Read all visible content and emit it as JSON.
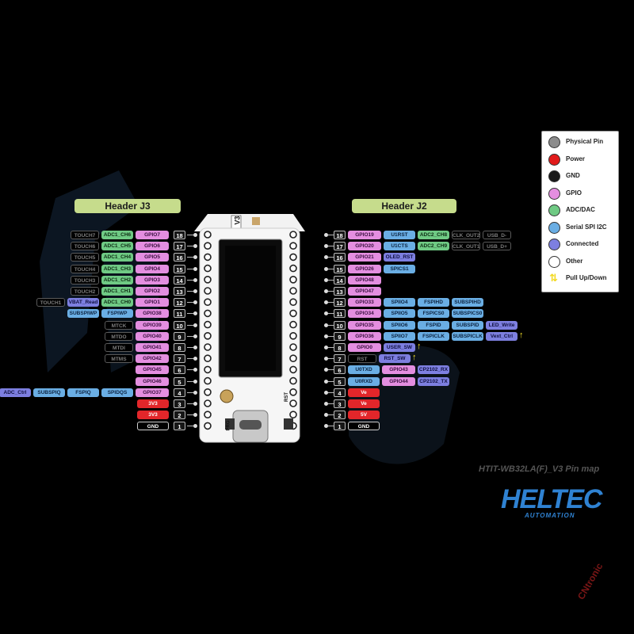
{
  "headers": {
    "left": "Header J3",
    "right": "Header J2"
  },
  "legend": [
    {
      "label": "Physical Pin",
      "color": "#8c8c8c"
    },
    {
      "label": "Power",
      "color": "#e21b1b"
    },
    {
      "label": "GND",
      "color": "#1a1a1a"
    },
    {
      "label": "GPIO",
      "color": "#e48ee0"
    },
    {
      "label": "ADC/DAC",
      "color": "#6fca84"
    },
    {
      "label": "Serial SPI I2C",
      "color": "#6aaee4"
    },
    {
      "label": "Connected",
      "color": "#7d7fe0"
    },
    {
      "label": "Other",
      "color": "#ffffff"
    },
    {
      "label": "Pull Up/Down",
      "color": "arrow"
    }
  ],
  "left_pins": [
    {
      "num": "18",
      "labels": [
        {
          "t": "TOUCH7",
          "k": "other"
        },
        {
          "t": "ADC1_CH6",
          "k": "adc"
        },
        {
          "t": "GPIO7",
          "k": "gpio"
        }
      ]
    },
    {
      "num": "17",
      "labels": [
        {
          "t": "TOUCH6",
          "k": "other"
        },
        {
          "t": "ADC1_CH5",
          "k": "adc"
        },
        {
          "t": "GPIO6",
          "k": "gpio"
        }
      ]
    },
    {
      "num": "16",
      "labels": [
        {
          "t": "TOUCH5",
          "k": "other"
        },
        {
          "t": "ADC1_CH4",
          "k": "adc"
        },
        {
          "t": "GPIO5",
          "k": "gpio"
        }
      ]
    },
    {
      "num": "15",
      "labels": [
        {
          "t": "TOUCH4",
          "k": "other"
        },
        {
          "t": "ADC1_CH3",
          "k": "adc"
        },
        {
          "t": "GPIO4",
          "k": "gpio"
        }
      ]
    },
    {
      "num": "14",
      "labels": [
        {
          "t": "TOUCH3",
          "k": "other"
        },
        {
          "t": "ADC1_CH2",
          "k": "adc"
        },
        {
          "t": "GPIO3",
          "k": "gpio"
        }
      ]
    },
    {
      "num": "13",
      "labels": [
        {
          "t": "TOUCH2",
          "k": "other"
        },
        {
          "t": "ADC1_CH1",
          "k": "adc"
        },
        {
          "t": "GPIO2",
          "k": "gpio"
        }
      ]
    },
    {
      "num": "12",
      "labels": [
        {
          "t": "TOUCH1",
          "k": "other"
        },
        {
          "t": "VBAT_Read",
          "k": "conn"
        },
        {
          "t": "ADC1_CH0",
          "k": "adc"
        },
        {
          "t": "GPIO1",
          "k": "gpio"
        }
      ]
    },
    {
      "num": "11",
      "labels": [
        {
          "t": "SUBSPIWP",
          "k": "spi"
        },
        {
          "t": "FSPIWP",
          "k": "spi"
        },
        {
          "t": "GPIO38",
          "k": "gpio"
        }
      ]
    },
    {
      "num": "10",
      "labels": [
        {
          "t": "MTCK",
          "k": "other"
        },
        {
          "t": "GPIO39",
          "k": "gpio"
        }
      ]
    },
    {
      "num": "9",
      "labels": [
        {
          "t": "MTDO",
          "k": "other"
        },
        {
          "t": "GPIO40",
          "k": "gpio"
        }
      ]
    },
    {
      "num": "8",
      "labels": [
        {
          "t": "MTDI",
          "k": "other"
        },
        {
          "t": "GPIO41",
          "k": "gpio"
        }
      ]
    },
    {
      "num": "7",
      "labels": [
        {
          "t": "MTMS",
          "k": "other"
        },
        {
          "t": "GPIO42",
          "k": "gpio"
        }
      ]
    },
    {
      "num": "6",
      "labels": [
        {
          "t": "GPIO45",
          "k": "gpio"
        }
      ]
    },
    {
      "num": "5",
      "labels": [
        {
          "t": "GPIO46",
          "k": "gpio"
        }
      ]
    },
    {
      "num": "4",
      "labels": [
        {
          "t": "ADC_Ctrl",
          "k": "conn"
        },
        {
          "t": "SUBSPIQ",
          "k": "spi"
        },
        {
          "t": "FSPIQ",
          "k": "spi"
        },
        {
          "t": "SPIDQS",
          "k": "spi"
        },
        {
          "t": "GPIO37",
          "k": "gpio"
        }
      ]
    },
    {
      "num": "3",
      "labels": [
        {
          "t": "3V3",
          "k": "power"
        }
      ]
    },
    {
      "num": "2",
      "labels": [
        {
          "t": "3V3",
          "k": "power"
        }
      ]
    },
    {
      "num": "1",
      "labels": [
        {
          "t": "GND",
          "k": "gnd"
        }
      ]
    }
  ],
  "right_pins": [
    {
      "num": "18",
      "labels": [
        {
          "t": "GPIO19",
          "k": "gpio"
        },
        {
          "t": "U1RST",
          "k": "spi"
        },
        {
          "t": "ADC2_CH8",
          "k": "adc"
        },
        {
          "t": "CLK_OUT2",
          "k": "other"
        },
        {
          "t": "USB_D-",
          "k": "other"
        }
      ]
    },
    {
      "num": "17",
      "labels": [
        {
          "t": "GPIO20",
          "k": "gpio"
        },
        {
          "t": "U1CTS",
          "k": "spi"
        },
        {
          "t": "ADC2_CH9",
          "k": "adc"
        },
        {
          "t": "CLK_OUT1",
          "k": "other"
        },
        {
          "t": "USB_D+",
          "k": "other"
        }
      ]
    },
    {
      "num": "16",
      "labels": [
        {
          "t": "GPIO21",
          "k": "gpio"
        },
        {
          "t": "OLED_RST",
          "k": "conn"
        }
      ]
    },
    {
      "num": "15",
      "labels": [
        {
          "t": "GPIO26",
          "k": "gpio"
        },
        {
          "t": "SPICS1",
          "k": "spi"
        }
      ]
    },
    {
      "num": "14",
      "labels": [
        {
          "t": "GPIO48",
          "k": "gpio"
        }
      ]
    },
    {
      "num": "13",
      "labels": [
        {
          "t": "GPIO47",
          "k": "gpio"
        }
      ]
    },
    {
      "num": "12",
      "labels": [
        {
          "t": "GPIO33",
          "k": "gpio"
        },
        {
          "t": "SPIIO4",
          "k": "spi"
        },
        {
          "t": "FSPIHD",
          "k": "spi"
        },
        {
          "t": "SUBSPIHD",
          "k": "spi"
        }
      ]
    },
    {
      "num": "11",
      "labels": [
        {
          "t": "GPIO34",
          "k": "gpio"
        },
        {
          "t": "SPIIO5",
          "k": "spi"
        },
        {
          "t": "FSPICS0",
          "k": "spi"
        },
        {
          "t": "SUBSPICS0",
          "k": "spi"
        }
      ]
    },
    {
      "num": "10",
      "labels": [
        {
          "t": "GPIO35",
          "k": "gpio"
        },
        {
          "t": "SPIIO6",
          "k": "spi"
        },
        {
          "t": "FSPID",
          "k": "spi"
        },
        {
          "t": "SUBSPID",
          "k": "spi"
        },
        {
          "t": "LED_Write",
          "k": "conn"
        }
      ]
    },
    {
      "num": "9",
      "labels": [
        {
          "t": "GPIO36",
          "k": "gpio"
        },
        {
          "t": "SPIIO7",
          "k": "spi"
        },
        {
          "t": "FSPICLK",
          "k": "spi"
        },
        {
          "t": "SUBSPICLK",
          "k": "spi"
        },
        {
          "t": "Vext_Ctrl",
          "k": "conn"
        }
      ]
    },
    {
      "num": "8",
      "labels": [
        {
          "t": "GPIO0",
          "k": "gpio"
        },
        {
          "t": "USER_SW",
          "k": "conn"
        }
      ]
    },
    {
      "num": "7",
      "labels": [
        {
          "t": "RST",
          "k": "other"
        },
        {
          "t": "RST_SW",
          "k": "conn"
        }
      ]
    },
    {
      "num": "6",
      "labels": [
        {
          "t": "U0TXD",
          "k": "spi"
        },
        {
          "t": "GPIO43",
          "k": "gpio"
        },
        {
          "t": "CP2102_RX",
          "k": "conn"
        }
      ]
    },
    {
      "num": "5",
      "labels": [
        {
          "t": "U0RXD",
          "k": "spi"
        },
        {
          "t": "GPIO44",
          "k": "gpio"
        },
        {
          "t": "CP2102_TX",
          "k": "conn"
        }
      ]
    },
    {
      "num": "4",
      "labels": [
        {
          "t": "Ve",
          "k": "power"
        }
      ]
    },
    {
      "num": "3",
      "labels": [
        {
          "t": "Ve",
          "k": "power"
        }
      ]
    },
    {
      "num": "2",
      "labels": [
        {
          "t": "5V",
          "k": "power"
        }
      ]
    },
    {
      "num": "1",
      "labels": [
        {
          "t": "GND",
          "k": "gnd"
        }
      ]
    }
  ],
  "board": {
    "version": "V3",
    "button_left": "PRG",
    "button_right": "RST"
  },
  "title": "HTIT-WB32LA(F)_V3 Pin map",
  "brand": {
    "name": "HELTEC",
    "sub": "AUTOMATION"
  },
  "watermark": "CNtronic"
}
